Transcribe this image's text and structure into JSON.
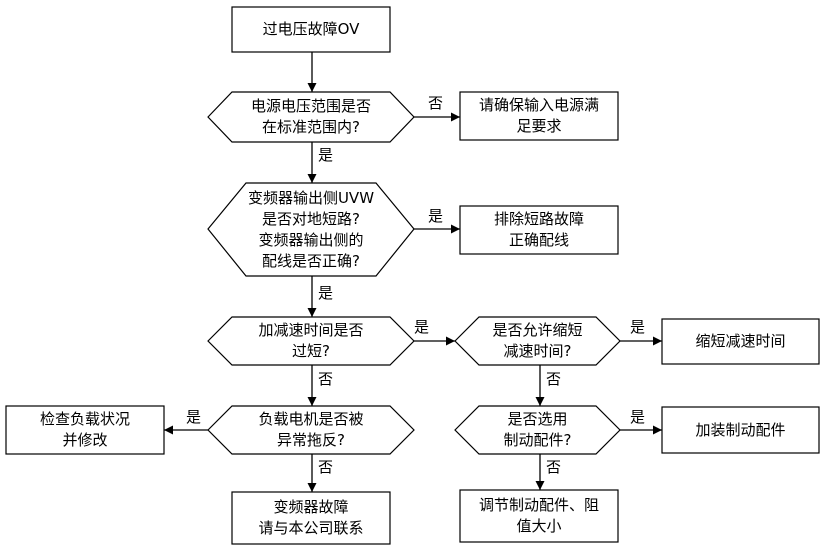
{
  "nodes": {
    "start": "过电压故障OV",
    "d1": "电源电压范围是否\n在标准范围内?",
    "r1": "请确保输入电源满\n足要求",
    "d2": "变频器输出侧UVW\n是否对地短路?\n变频器输出侧的\n配线是否正确?",
    "r2": "排除短路故障\n正确配线",
    "d3": "加减速时间是否\n过短?",
    "d4": "是否允许缩短\n减速时间?",
    "r4": "缩短减速时间",
    "d5": "负载电机是否被\n异常拖反?",
    "r5": "检查负载状况\n并修改",
    "d6": "是否选用\n制动配件?",
    "r6": "加装制动配件",
    "e1": "变频器故障\n请与本公司联系",
    "e2": "调节制动配件、阻\n值大小"
  },
  "edge_labels": {
    "d1_no": "否",
    "d1_yes": "是",
    "d2_yes_right": "是",
    "d2_yes_down": "是",
    "d3_yes": "是",
    "d3_no": "否",
    "d4_yes": "是",
    "d4_no": "否",
    "d5_yes": "是",
    "d5_no": "否",
    "d6_yes": "是",
    "d6_no": "否"
  }
}
